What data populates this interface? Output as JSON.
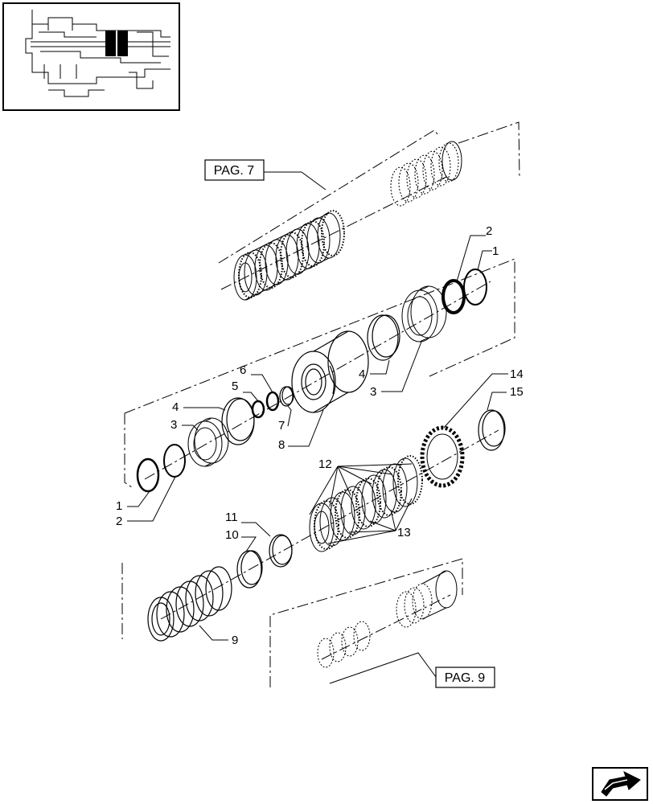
{
  "references": {
    "top": "PAG. 7",
    "bottom": "PAG. 9"
  },
  "callouts": {
    "c1_top": "1",
    "c2_top": "2",
    "c3_right": "3",
    "c4_right": "4",
    "c4_left": "4",
    "c3_left": "3",
    "c5": "5",
    "c6": "6",
    "c7": "7",
    "c8": "8",
    "c1_bottom": "1",
    "c2_bottom": "2",
    "c9": "9",
    "c10": "10",
    "c11": "11",
    "c12": "12",
    "c13": "13",
    "c14": "14",
    "c15": "15"
  },
  "icons": {
    "thumbnail": "transmission-locator-thumbnail",
    "next": "next-page-arrow-icon"
  }
}
